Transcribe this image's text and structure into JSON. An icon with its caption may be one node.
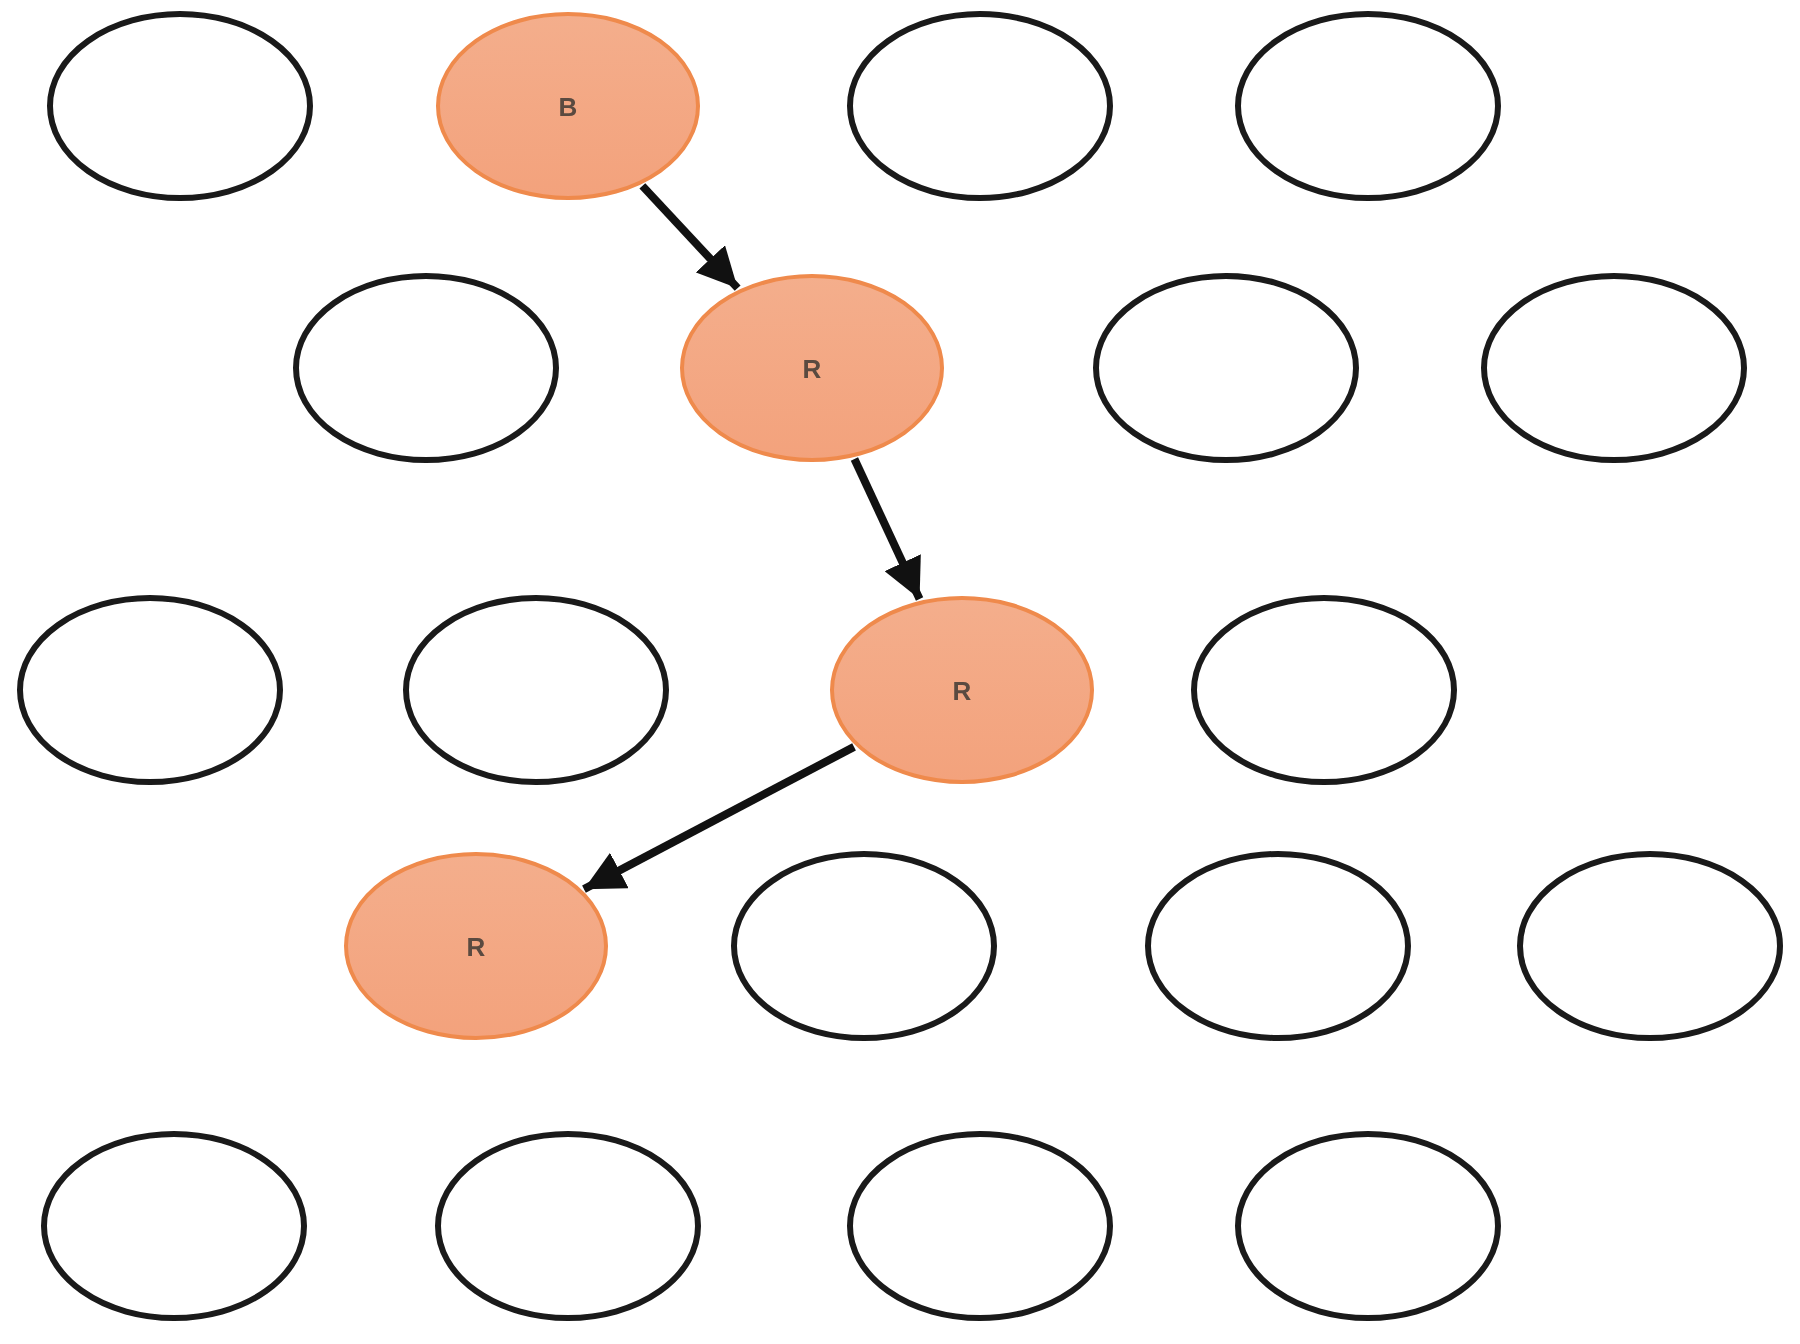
{
  "diagram": {
    "nodes": [
      {
        "text": [],
        "shape": "ellipse"
      },
      {
        "text": [
          "B"
        ]
      },
      {
        "text": [],
        "shape": "ellipse"
      },
      {
        "text": [],
        "shape": "ellipse"
      },
      {
        "text": [],
        "shape": "ellipse"
      },
      {
        "text": [
          "R"
        ]
      },
      {
        "text": [],
        "shape": "ellipse"
      },
      {
        "text": [],
        "shape": "ellipse"
      },
      {
        "text": [],
        "shape": "ellipse"
      },
      {
        "text": [],
        "shape": "ellipse"
      },
      {
        "text": [
          "R"
        ]
      },
      {
        "text": [],
        "shape": "ellipse"
      },
      {
        "text": [
          "R"
        ]
      },
      {
        "text": [],
        "shape": "ellipse"
      },
      {
        "text": [],
        "shape": "ellipse"
      },
      {
        "text": [],
        "shape": "ellipse"
      },
      {
        "text": [],
        "shape": "ellipse"
      },
      {
        "text": [],
        "shape": "ellipse"
      },
      {
        "text": [],
        "shape": "ellipse"
      },
      {
        "text": [],
        "shape": "ellipse"
      }
    ],
    "edges": [
      {
        "from": 1,
        "to": 5,
        "arrow": "to"
      },
      {
        "from": 5,
        "to": 10,
        "arrow": "to"
      },
      {
        "from": 10,
        "to": 12,
        "arrow": "to"
      }
    ]
  }
}
